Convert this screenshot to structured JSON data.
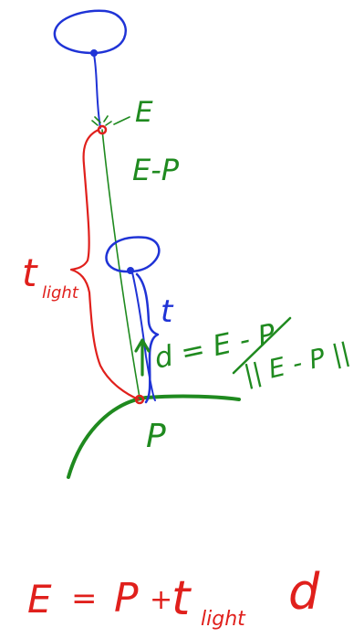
{
  "colors": {
    "green": "#1f8a1f",
    "blue": "#1f33d6",
    "red": "#e0201c",
    "background": "#ffffff"
  },
  "labels": {
    "e": "E",
    "e_minus_p": "E-P",
    "t": "t",
    "t_light_base": "t",
    "t_light_sub": "light",
    "d_eq": "d = E - P",
    "denominator": "|| E - P ||",
    "p": "P"
  },
  "formula": {
    "lhs": "E",
    "equals": "=",
    "p": "P",
    "plus": "+",
    "t": "t",
    "sub": "light",
    "d": "d"
  }
}
